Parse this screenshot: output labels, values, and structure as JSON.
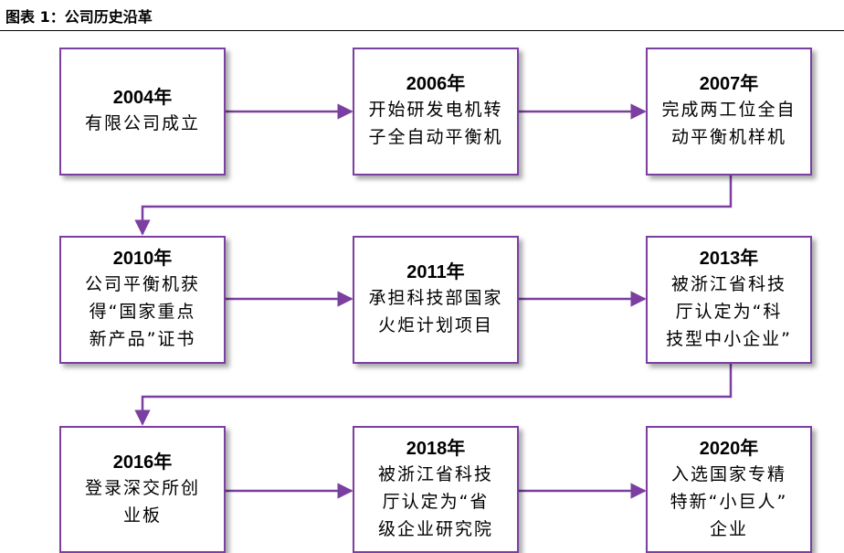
{
  "figure_title": "图表 1：公司历史沿革",
  "accent_color": "#7a3fa0",
  "milestones": [
    {
      "year": "2004年",
      "desc": "有限公司成立"
    },
    {
      "year": "2006年",
      "desc": "开始研发电机转\n子全自动平衡机"
    },
    {
      "year": "2007年",
      "desc": "完成两工位全自\n动平衡机样机"
    },
    {
      "year": "2010年",
      "desc": "公司平衡机获\n得“国家重点\n新产品”证书"
    },
    {
      "year": "2011年",
      "desc": "承担科技部国家\n火炬计划项目"
    },
    {
      "year": "2013年",
      "desc": "被浙江省科技\n厅认定为“科\n技型中小企业”"
    },
    {
      "year": "2016年",
      "desc": "登录深交所创\n业板"
    },
    {
      "year": "2018年",
      "desc": "被浙江省科技\n厅认定为“省\n级企业研究院"
    },
    {
      "year": "2020年",
      "desc": "入选国家专精\n特新“小巨人”\n企业"
    }
  ]
}
